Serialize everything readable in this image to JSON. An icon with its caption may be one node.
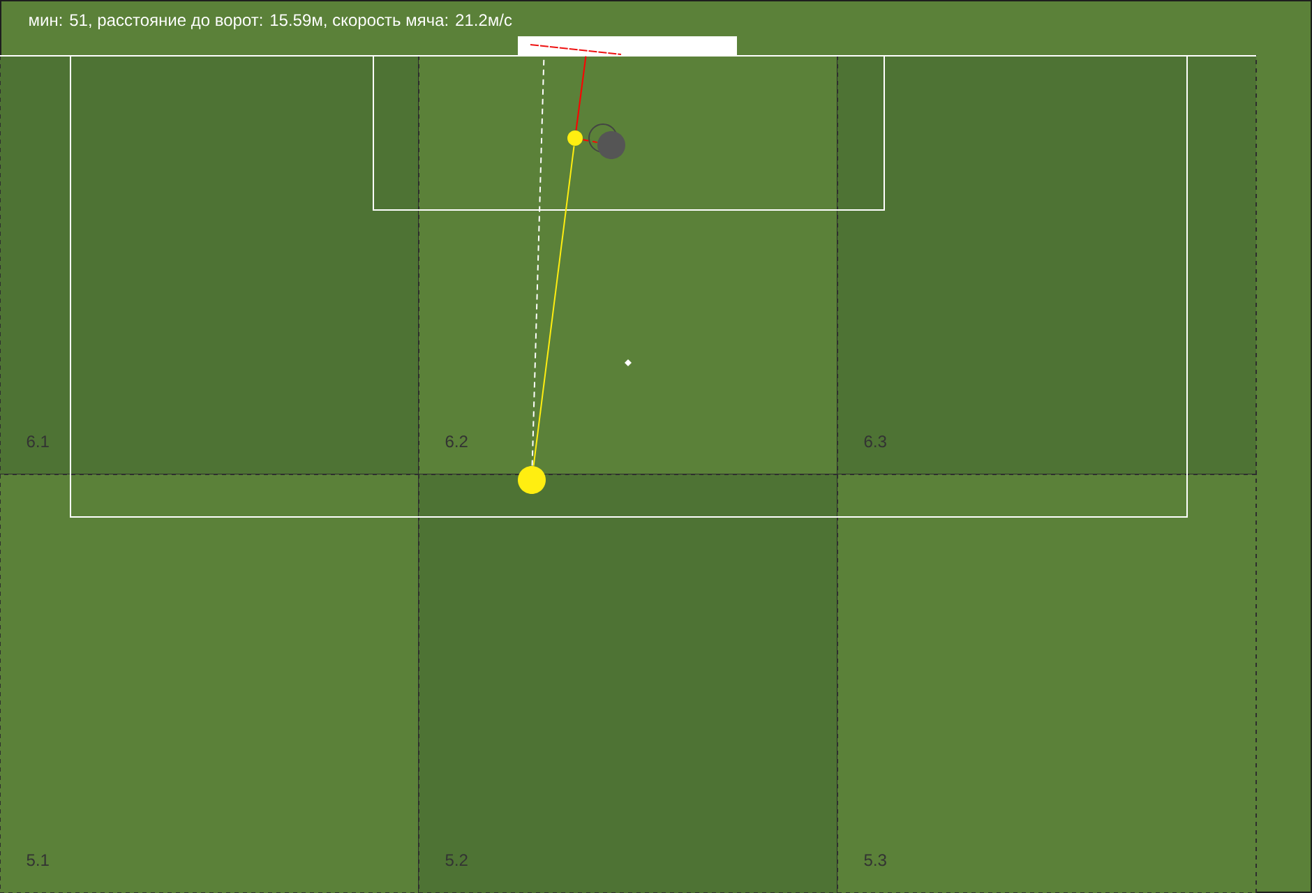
{
  "diagram": {
    "title": "мин: 51, расстояние до ворот: 15.59м, скорость мяча: 21.2м/с",
    "nodes": [
      {
        "text": [],
        "shape": "box"
      },
      {
        "text": [
          "6.1"
        ]
      },
      {
        "text": [
          "6.2"
        ]
      },
      {
        "text": [
          "6.3"
        ]
      },
      {
        "text": [],
        "shape": "circle",
        "in": 2
      },
      {
        "text": [],
        "shape": "circle",
        "in": 2
      },
      {
        "text": [],
        "shape": "circle"
      },
      {
        "text": [
          "5.1"
        ]
      },
      {
        "text": [
          "5.2"
        ]
      },
      {
        "text": [
          "5.3"
        ]
      }
    ],
    "edges": [
      {
        "from": 6,
        "to": 4,
        "arrow": "none",
        "color": "#ffee11"
      },
      {
        "from": 4,
        "to": 0,
        "arrow": "none",
        "color": "#ff0000"
      },
      {
        "from": 6,
        "to": 0,
        "arrow": "none",
        "style": "dashed",
        "color": "#ffffff"
      },
      {
        "from": 4,
        "to": 5,
        "arrow": "none",
        "style": "dashed",
        "color": "#ff0000"
      }
    ]
  }
}
